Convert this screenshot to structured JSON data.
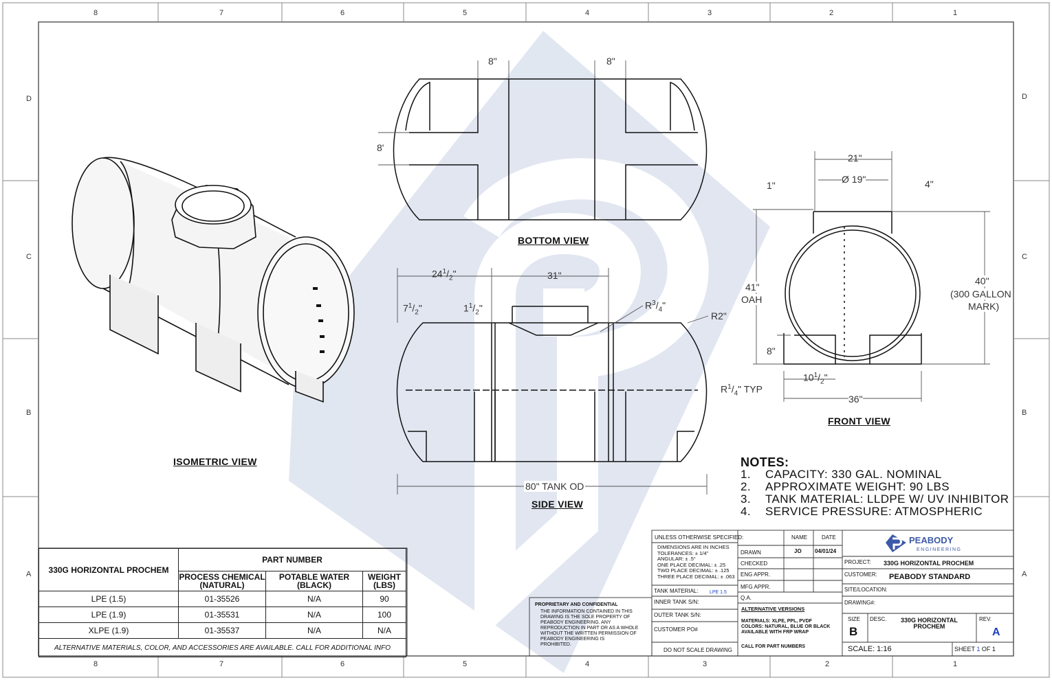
{
  "zones": {
    "columns": [
      "8",
      "7",
      "6",
      "5",
      "4",
      "3",
      "2",
      "1"
    ],
    "rows": [
      "D",
      "C",
      "B",
      "A"
    ]
  },
  "views": {
    "isometric": "ISOMETRIC VIEW",
    "bottom": "BOTTOM VIEW",
    "side": "SIDE VIEW",
    "front": "FRONT VIEW"
  },
  "dimensions": {
    "bottom_strap_left": "8\"",
    "bottom_strap_right": "8\"",
    "bottom_strap_height": "8'",
    "side_24": "24",
    "side_24_num": "1",
    "side_24_den": "2",
    "side_24_unit": "\"",
    "side_31": "31\"",
    "side_7": "7",
    "side_7_num": "1",
    "side_7_den": "2",
    "side_7_unit": "\"",
    "side_1": "1",
    "side_1_num": "1",
    "side_1_den": "2",
    "side_1_unit": "\"",
    "side_r": "R",
    "side_r_num": "3",
    "side_r_den": "4",
    "side_r_unit": "\"",
    "side_r2": "R2\"",
    "side_80": "80\" TANK OD",
    "side_r_typ": "R",
    "side_r_typ_num": "1",
    "side_r_typ_den": "4",
    "side_r_typ_unit": "\" TYP",
    "front_21": "21\"",
    "front_19": "Ø 19\"",
    "front_1": "1\"",
    "front_4": "4\"",
    "front_41": "41\"",
    "front_oah": "OAH",
    "front_40": "40\"",
    "front_300": "(300 GALLON",
    "front_mark": "MARK)",
    "front_8": "8\"",
    "front_10": "10",
    "front_10_num": "1",
    "front_10_den": "2",
    "front_10_unit": "\"",
    "front_36": "36\""
  },
  "notes": {
    "title": "NOTES:",
    "items": [
      {
        "num": "1.",
        "text": "CAPACITY:  330 GAL. NOMINAL"
      },
      {
        "num": "2.",
        "text": "APPROXIMATE WEIGHT: 90 LBS"
      },
      {
        "num": "3.",
        "text": "TANK MATERIAL: LLDPE W/ UV INHIBITOR"
      },
      {
        "num": "4.",
        "text": "SERVICE PRESSURE: ATMOSPHERIC"
      }
    ]
  },
  "parts_table": {
    "model": "330G HORIZONTAL PROCHEM",
    "part_number": "PART NUMBER",
    "col1": "PROCESS CHEMICAL",
    "col1b": "(NATURAL)",
    "col2": "POTABLE WATER",
    "col2b": "(BLACK)",
    "col3": "WEIGHT",
    "col3b": "(LBS)",
    "rows": [
      {
        "material": "LPE (1.5)",
        "pc": "01-35526",
        "pw": "N/A",
        "wt": "90"
      },
      {
        "material": "LPE (1.9)",
        "pc": "01-35531",
        "pw": "N/A",
        "wt": "100"
      },
      {
        "material": "XLPE (1.9)",
        "pc": "01-35537",
        "pw": "N/A",
        "wt": "N/A"
      }
    ],
    "footer": "ALTERNATIVE MATERIALS, COLOR, AND ACCESSORIES ARE AVAILABLE.  CALL FOR ADDITIONAL INFO"
  },
  "title_block": {
    "unless": "UNLESS OTHERWISE SPECIFIED:",
    "name": "NAME",
    "date": "DATE",
    "tol1": "DIMENSIONS ARE IN INCHES",
    "tol2": "TOLERANCES: ± 1/4\"",
    "tol3": "ANGULAR: ± .5°",
    "tol4": "ONE PLACE DECIMAL: ± .25",
    "tol5": "TWO PLACE DECIMAL: ± .125",
    "tol6": "THREE PLACE DECIMAL: ± .063",
    "drawn": "DRAWN",
    "drawn_name": "JO",
    "drawn_date": "04/01/24",
    "checked": "CHECKED",
    "eng": "ENG APPR.",
    "mfg": "MFG APPR.",
    "qa": "Q.A.",
    "tank_material": "TANK MATERIAL:",
    "tank_material_val": "LPE 1.5",
    "inner": "INNER TANK S/N:",
    "outer": "OUTER TANK S/N:",
    "customer_po": "CUSTOMER PO#",
    "dnsd": "DO NOT SCALE DRAWING",
    "alt_title": "ALTERNATIVE VERSIONS",
    "alt1": "MATERIALS: XLPE, PPL, PVDF",
    "alt2": "COLORS: NATURAL, BLUE OR BLACK",
    "alt3": "AVAILABLE WITH FRP WRAP",
    "call": "CALL FOR PART NUMBERS",
    "prop_title": "PROPRIETARY AND CONFIDENTIAL",
    "prop1": "THE INFORMATION CONTAINED IN THIS",
    "prop2": "DRAWING IS THE SOLE PROPERTY OF",
    "prop3": "PEABODY ENGINEERING.  ANY",
    "prop4": "REPRODUCTION IN PART OR AS A WHOLE",
    "prop5": "WITHOUT THE WRITTEN PERMISSION OF",
    "prop6": "PEABODY ENGINEERING IS",
    "prop7": "PROHIBITED.",
    "logo_name": "PEABODY",
    "logo_sub": "ENGINEERING",
    "project": "PROJECT:",
    "project_val": "330G HORIZONTAL PROCHEM",
    "customer": "CUSTOMER:",
    "customer_val": "PEABODY STANDARD",
    "site": "SITE/LOCATION:",
    "drawing": "DRAWING#:",
    "size": "SIZE",
    "size_val": "B",
    "desc": "DESC.",
    "desc_val1": "330G HORIZONTAL",
    "desc_val2": "PROCHEM",
    "rev": "REV.",
    "rev_val": "A",
    "scale": "SCALE: 1:16",
    "sheet": "SHEET",
    "sheet_num": "1",
    "sheet_of": "OF",
    "sheet_total": "1"
  },
  "colors": {
    "watermark": "#c9d3e6",
    "line": "#111111",
    "rev": "#1f3fbf",
    "logo": "#3d5aa8"
  }
}
